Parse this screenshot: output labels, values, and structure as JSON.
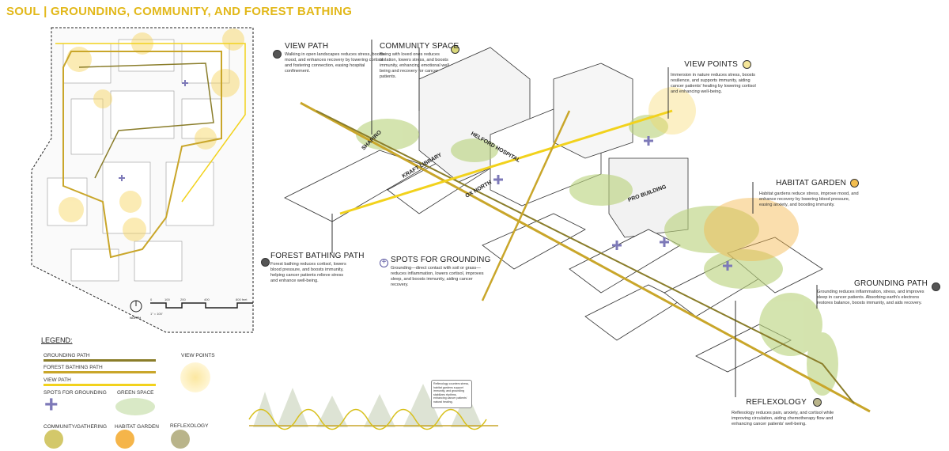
{
  "title": "SOUL | GROUNDING, COMMUNITY, AND FOREST BATHING",
  "site_plan": {
    "north_label": "NORTH",
    "scale_ticks": [
      "0",
      "100",
      "200",
      "400",
      "800 feet"
    ],
    "scale_note": "1\" = 100'"
  },
  "buildings": [
    "HELFORD HOSPITAL",
    "SHAPIRO",
    "KRAFT LIBRARY",
    "OX NORTH",
    "PRO BUILDING"
  ],
  "callouts": {
    "view_path": {
      "title": "VIEW PATH",
      "text": "Walking in open landscapes reduces stress, boosts mood, and enhances recovery by lowering cortisol and fostering connection, easing hospital confinement.",
      "color": "#555555"
    },
    "community_space": {
      "title": "COMMUNITY SPACE",
      "text": "Being with loved ones reduces isolation, lowers stress, and boosts immunity, enhancing emotional well-being and recovery for cancer patients.",
      "color": "#d9d77a"
    },
    "view_points": {
      "title": "VIEW POINTS",
      "text": "Immersion in nature reduces stress, boosts resilience, and supports immunity, aiding cancer patients' healing by lowering cortisol and enhancing well-being.",
      "color": "#f5e69a"
    },
    "habitat_garden": {
      "title": "HABITAT GARDEN",
      "text": "Habitat gardens reduce stress, improve mood, and enhance recovery by lowering blood pressure, easing anxiety, and boosting immunity.",
      "color": "#f2bd4f"
    },
    "grounding_path": {
      "title": "GROUNDING PATH",
      "text": "Grounding reduces inflammation, stress, and improves sleep in cancer patients. Absorbing earth's electrons restores balance, boosts immunity, and aids recovery.",
      "color": "#555555"
    },
    "forest_bathing_path": {
      "title": "FOREST BATHING PATH",
      "text": "Forest bathing reduces cortisol, lowers blood pressure, and boosts immunity, helping cancer patients relieve stress and enhance well-being.",
      "color": "#555555"
    },
    "spots_for_grounding": {
      "title": "SPOTS FOR GROUNDING",
      "text": "Grounding—direct contact with soil or grass—reduces inflammation, lowers cortisol, improves sleep, and boosts immunity, aiding cancer recovery.",
      "color": "#7d79b8"
    },
    "reflexology": {
      "title": "REFLEXOLOGY",
      "text": "Reflexology reduces pain, anxiety, and cortisol while improving circulation, aiding chemotherapy flow and enhancing cancer patients' well-being.",
      "color": "#b9b48a"
    }
  },
  "section_bubble": "Reflexology counters stress, habitat gardens support immunity, and grounding stabilizes rhythms, enhancing cancer patients' natural healing.",
  "legend": {
    "title": "LEGEND:",
    "items": {
      "grounding_path": {
        "label": "GROUNDING PATH",
        "color": "#8a7d2a"
      },
      "forest_bathing_path": {
        "label": "FOREST BATHING PATH",
        "color": "#c9a62a"
      },
      "view_path": {
        "label": "VIEW PATH",
        "color": "#f2d21c"
      },
      "view_points": {
        "label": "VIEW POINTS",
        "color": "#fbe7a0"
      },
      "spots_for_grounding": {
        "label": "SPOTS FOR GROUNDING",
        "color": "#7d79b8"
      },
      "green_space": {
        "label": "GREEN SPACE",
        "color": "#cfe3b8"
      },
      "community": {
        "label": "COMMUNITY/GATHERING",
        "color": "#d3c86a"
      },
      "habitat_garden": {
        "label": "HABITAT GARDEN",
        "color": "#f5b54a"
      },
      "reflexology": {
        "label": "REFLEXOLOGY",
        "color": "#b9b48a"
      }
    }
  }
}
